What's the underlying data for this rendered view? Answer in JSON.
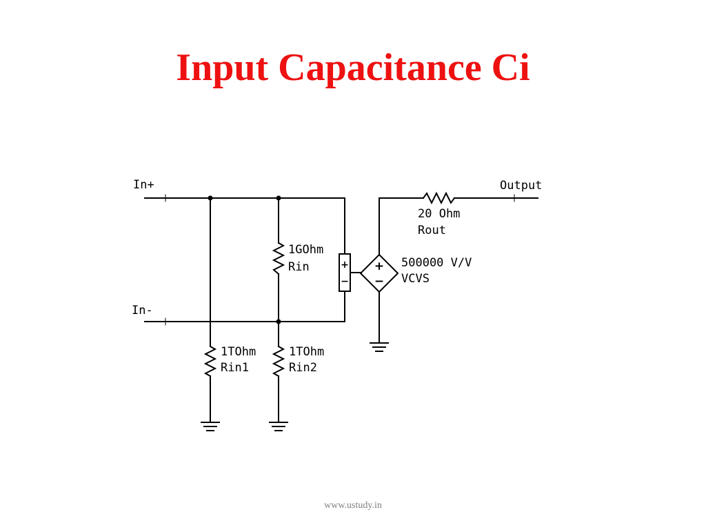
{
  "title": "Input Capacitance Ci",
  "footer": "www.ustudy.in",
  "colors": {
    "title": "#ee1111",
    "wire": "#000000",
    "footer": "#7f7f7f"
  },
  "schematic": {
    "terminals": {
      "in_plus": "In+",
      "in_minus": "In-",
      "output": "Output"
    },
    "rin": {
      "value": "1GOhm",
      "name": "Rin"
    },
    "rin1": {
      "value": "1TOhm",
      "name": "Rin1"
    },
    "rin2": {
      "value": "1TOhm",
      "name": "Rin2"
    },
    "rout": {
      "value": "20 Ohm",
      "name": "Rout"
    },
    "vcvs": {
      "gain": "500000 V/V",
      "name": "VCVS",
      "plus": "+",
      "minus": "−"
    },
    "sense": {
      "plus": "+",
      "minus": "−"
    }
  }
}
